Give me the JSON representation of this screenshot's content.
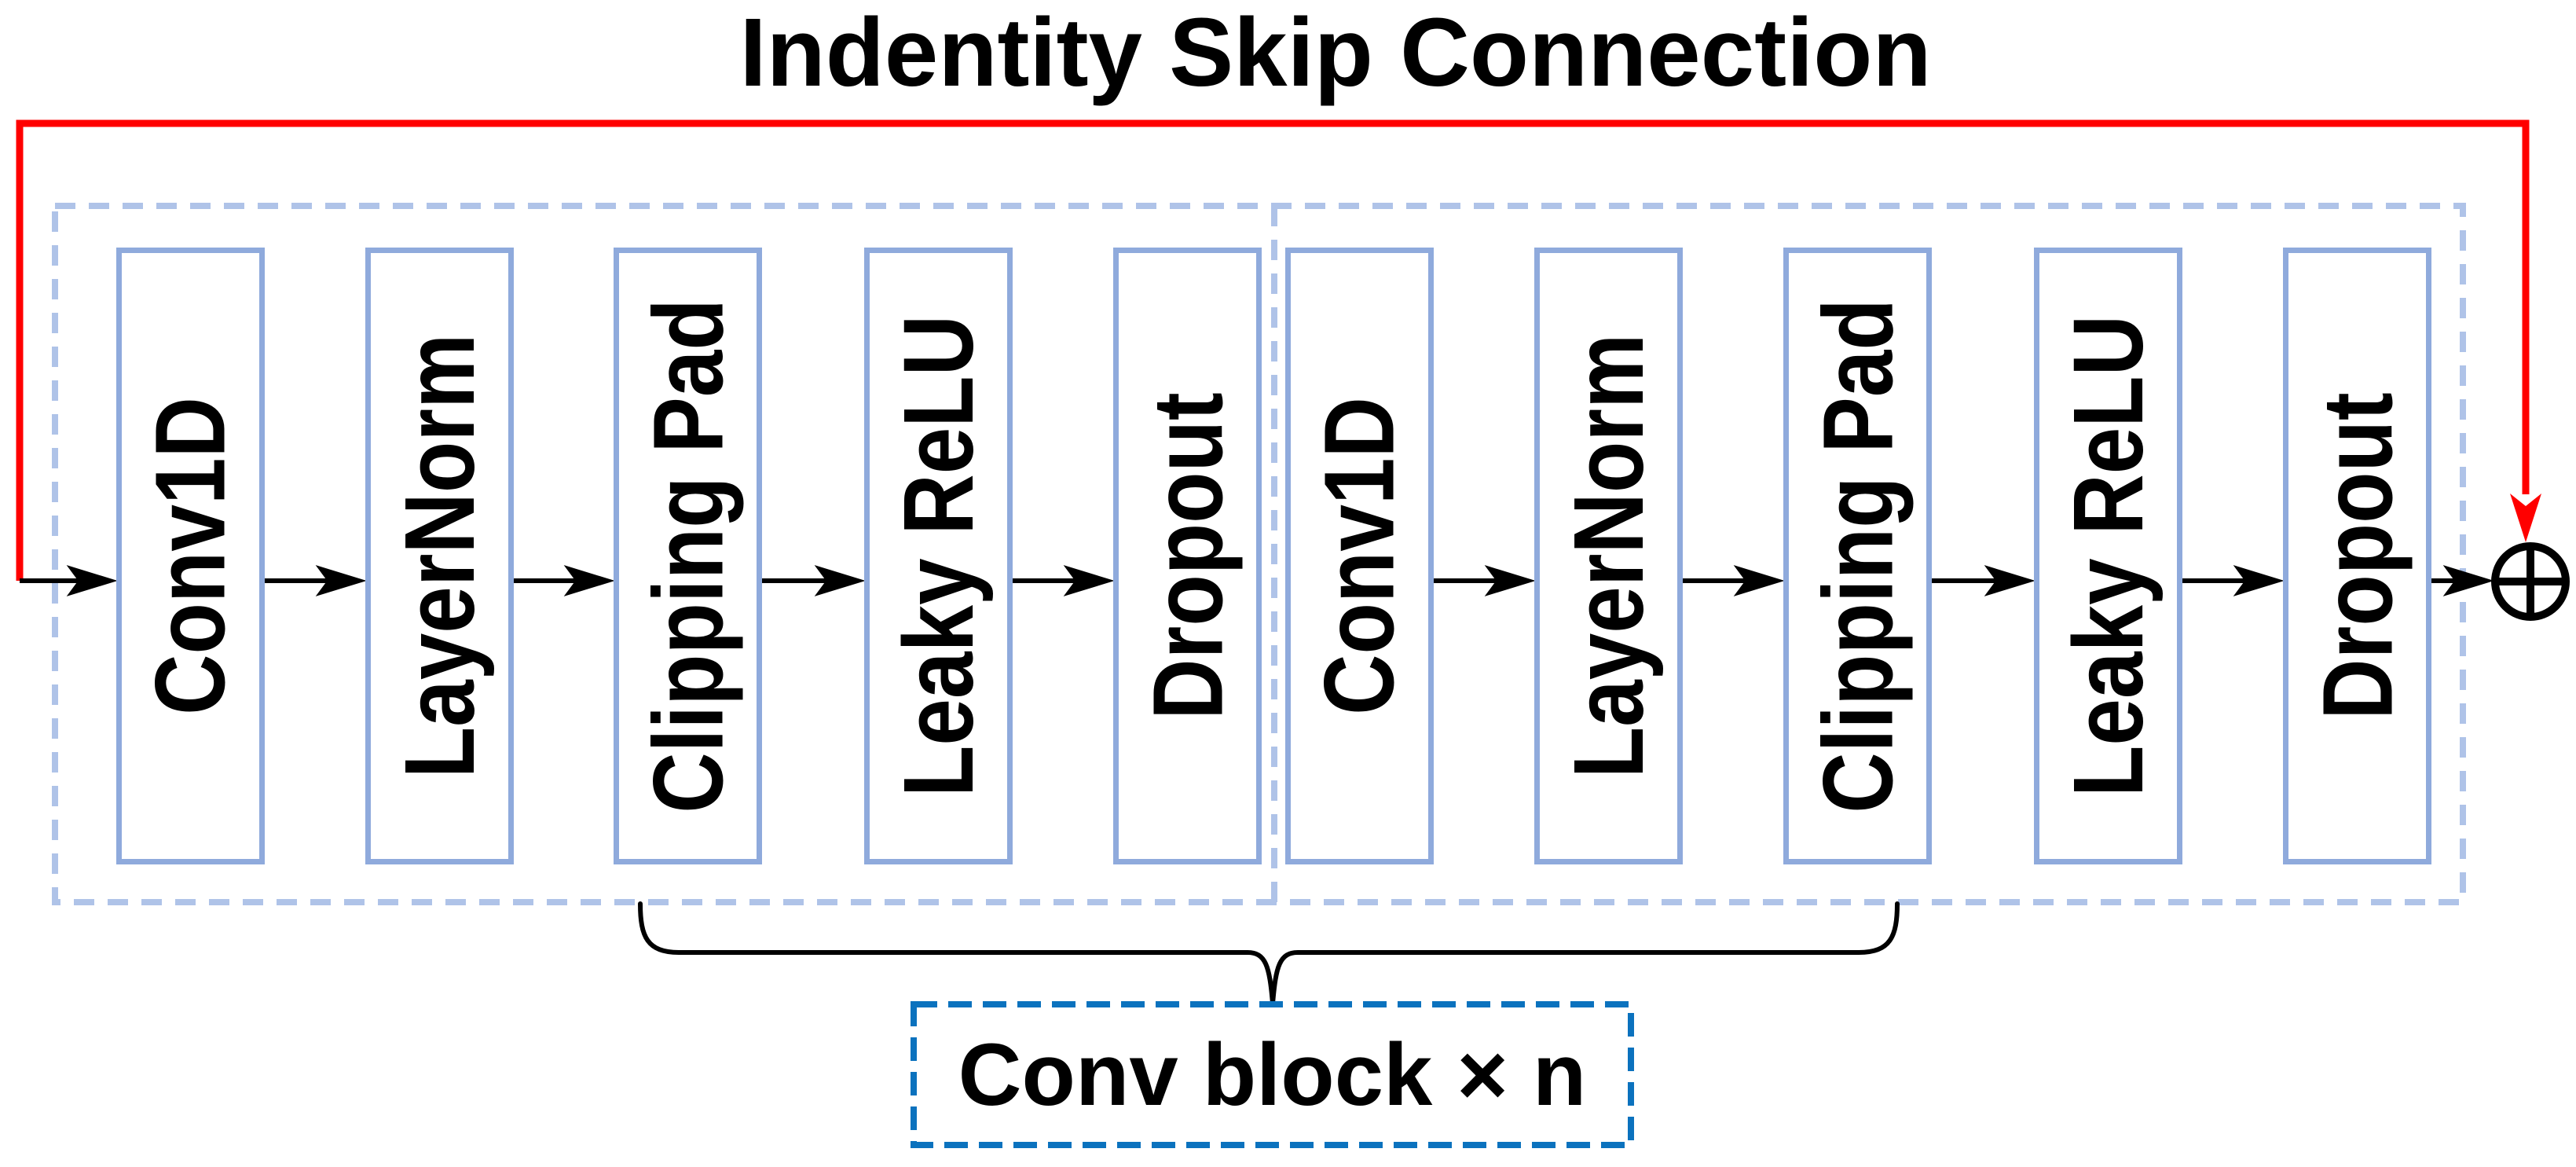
{
  "title": "Indentity Skip Connection",
  "colors": {
    "skip_connection": "#FF0000",
    "layer_box_border": "#8FAADC",
    "block_outline_dashed": "#AFC3E8",
    "annotation_border_dashed": "#0B72BE",
    "text": "#000000",
    "arrow": "#000000"
  },
  "blocks": [
    {
      "name": "conv-block-1",
      "layers": [
        "Conv1D",
        "LayerNorm",
        "Clipping Pad",
        "Leaky ReLU",
        "Dropout"
      ]
    },
    {
      "name": "conv-block-2",
      "layers": [
        "Conv1D",
        "LayerNorm",
        "Clipping Pad",
        "Leaky ReLU",
        "Dropout"
      ]
    }
  ],
  "annotation": {
    "label": "Conv block × n"
  },
  "sum_node": {
    "symbol": "⊕"
  }
}
